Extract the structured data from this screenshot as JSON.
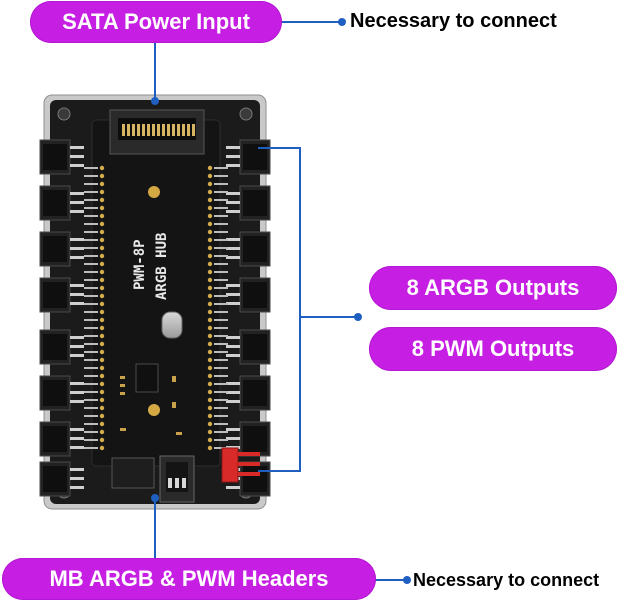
{
  "labels": {
    "sata_power_input": "SATA Power Input",
    "argb_outputs": "8 ARGB Outputs",
    "pwm_outputs": "8 PWM Outputs",
    "mb_headers": "MB ARGB & PWM Headers",
    "necessary_top": "Necessary to connect",
    "necessary_bottom": "Necessary to connect"
  },
  "board": {
    "silk_line1": "PWM-8P",
    "silk_line2": "ARGB HUB"
  },
  "colors": {
    "accent": "#c61fe3",
    "leader": "#1f5fc2",
    "pcb": "#161616",
    "connector": "#d92a2a"
  }
}
